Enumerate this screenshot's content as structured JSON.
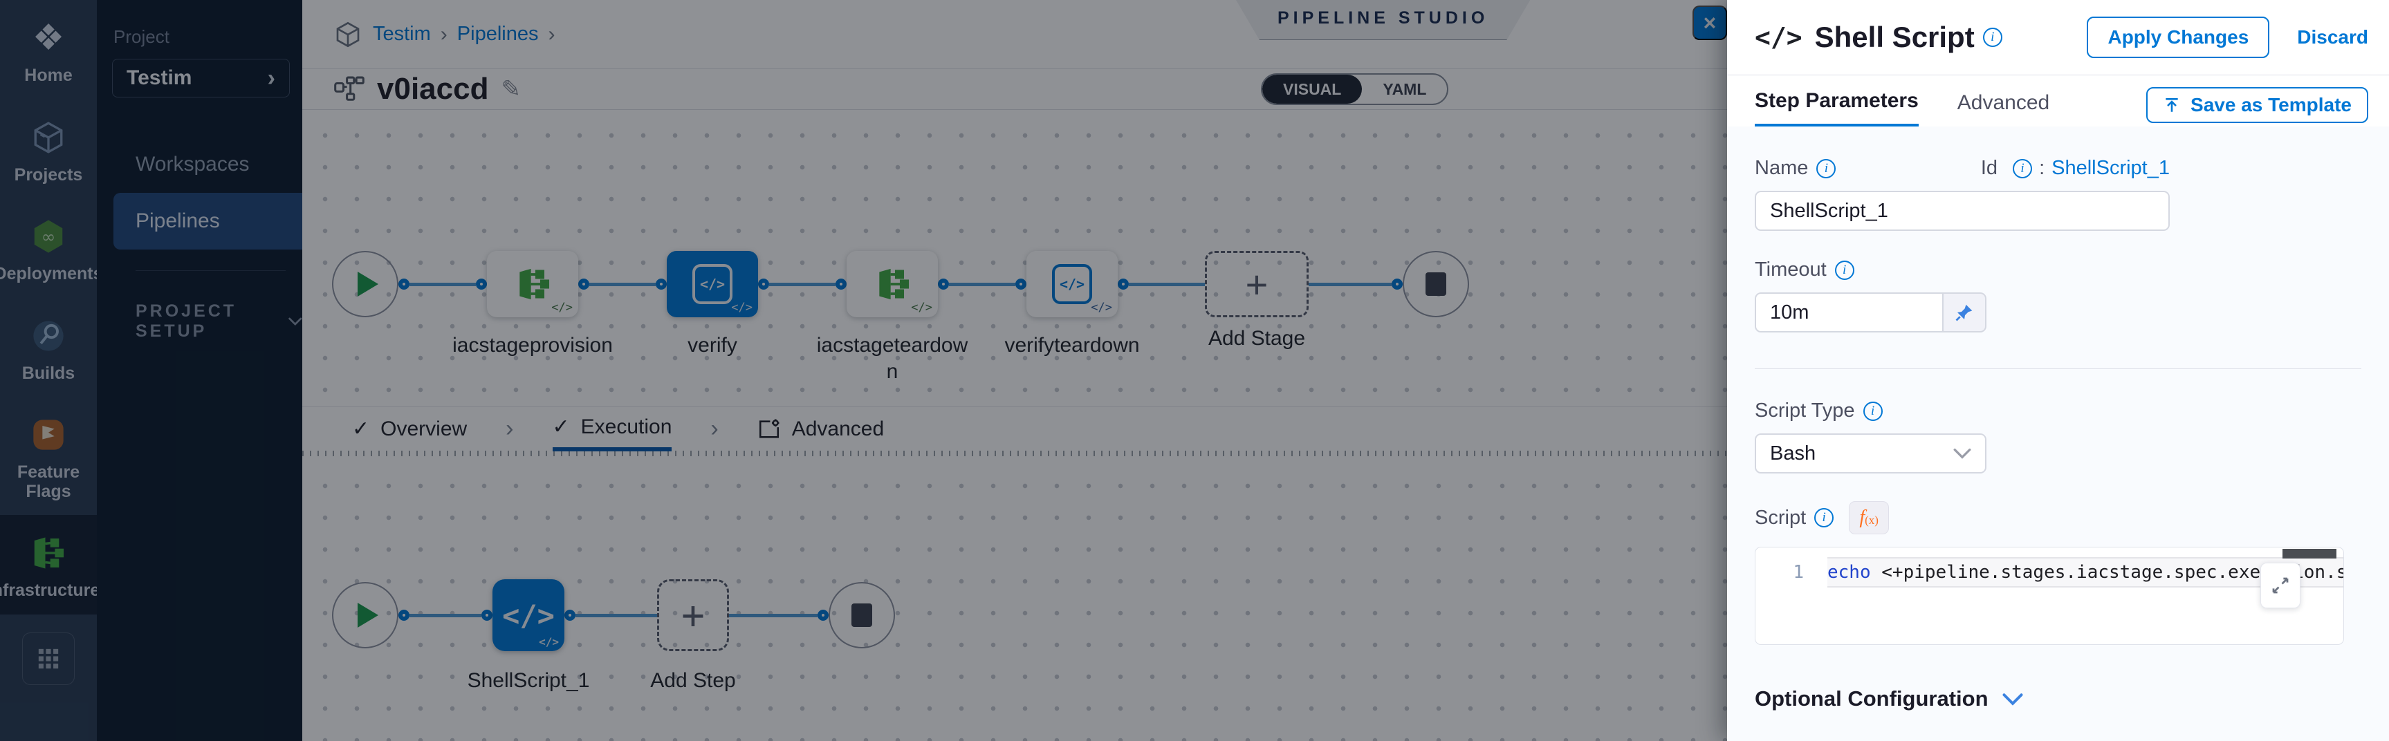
{
  "colors": {
    "accent": "#0278d5",
    "module_green": "#42ab45",
    "flag_orange": "#e8793a"
  },
  "nav_rail": {
    "items": [
      {
        "label": "Home",
        "icon": "harness-logo-icon"
      },
      {
        "label": "Projects",
        "icon": "cube-icon"
      },
      {
        "label": "Deployments",
        "icon": "deployments-icon"
      },
      {
        "label": "Builds",
        "icon": "builds-icon"
      },
      {
        "label": "Feature Flags",
        "icon": "flag-icon"
      },
      {
        "label": "Infrastructures",
        "icon": "infrastructure-icon"
      }
    ]
  },
  "project_sidebar": {
    "section_label": "Project",
    "project_name": "Testim",
    "items": [
      {
        "label": "Workspaces"
      },
      {
        "label": "Pipelines"
      }
    ],
    "setup_label": "PROJECT SETUP"
  },
  "header": {
    "breadcrumb": {
      "items": [
        "Testim",
        "Pipelines"
      ],
      "separator": "›"
    },
    "studio_badge": "PIPELINE STUDIO",
    "pipeline_name": "v0iaccd",
    "view_toggle": {
      "visual": "VISUAL",
      "yaml": "YAML"
    }
  },
  "pipeline_canvas": {
    "stages": [
      {
        "name": "iacstageprovision",
        "type": "infrastructure"
      },
      {
        "name": "verify",
        "type": "custom",
        "selected": true
      },
      {
        "name": "iacstageteardown",
        "type": "infrastructure"
      },
      {
        "name": "verifyteardown",
        "type": "custom"
      }
    ],
    "add_stage_label": "Add Stage",
    "code_badge": "</>"
  },
  "stage_tabs": {
    "overview": "Overview",
    "execution": "Execution",
    "advanced": "Advanced",
    "check_glyph": "✓",
    "separator": "›"
  },
  "execution_canvas": {
    "step_name": "ShellScript_1",
    "step_glyph": "</>",
    "add_step_label": "Add Step"
  },
  "panel": {
    "title_icon": "</>",
    "title": "Shell Script",
    "apply_label": "Apply Changes",
    "discard_label": "Discard",
    "tabs": {
      "step_parameters": "Step Parameters",
      "advanced": "Advanced"
    },
    "save_template_label": "Save as Template",
    "name": {
      "label": "Name",
      "value": "ShellScript_1"
    },
    "id": {
      "label": "Id",
      "separator": ":",
      "value": "ShellScript_1"
    },
    "timeout": {
      "label": "Timeout",
      "value": "10m"
    },
    "script_type": {
      "label": "Script Type",
      "value": "Bash"
    },
    "script": {
      "label": "Script",
      "fx_f": "f",
      "fx_sub": "(x)",
      "line_number": "1",
      "keyword": "echo",
      "code_rest": " <+pipeline.stages.iacstage.spec.execution.steps.appl"
    },
    "optional_config_label": "Optional Configuration",
    "info_glyph": "i",
    "close_glyph": "×",
    "chevron_down": "⌄"
  }
}
